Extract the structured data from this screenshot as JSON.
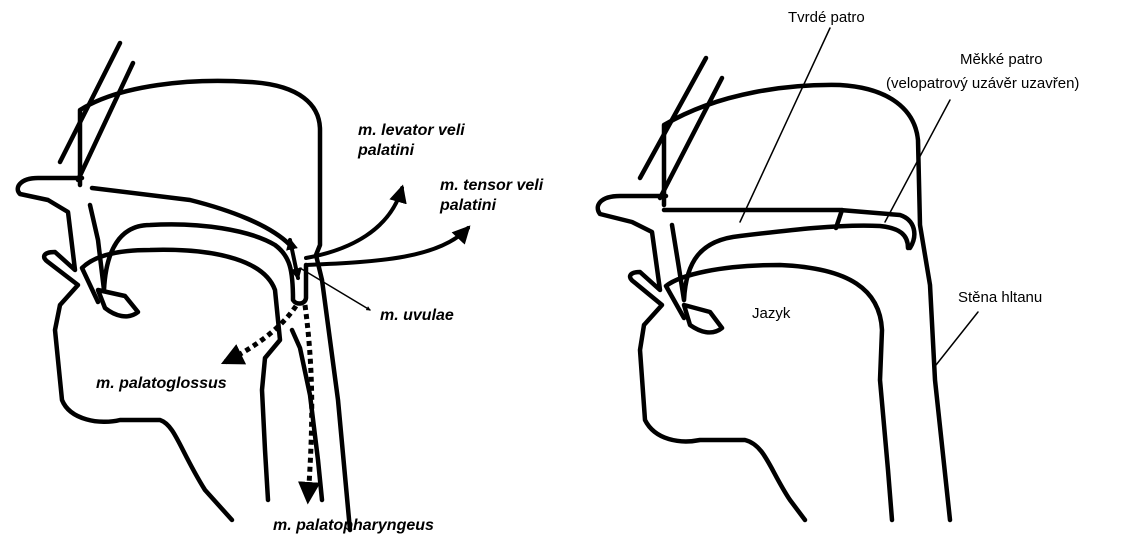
{
  "left_diagram": {
    "labels": {
      "levator": [
        "m. levator  veli",
        "palatini"
      ],
      "tensor": [
        "m. tensor  veli",
        "palatini"
      ],
      "uvulae": "m. uvulae",
      "palatoglossus": "m. palatoglossus",
      "palatopharyngeus": "m. palatopharyngeus"
    }
  },
  "right_diagram": {
    "labels": {
      "hard_palate": "Tvrdé patro",
      "soft_palate": [
        "Měkké patro",
        "(velopatrový uzávěr uzavřen)"
      ],
      "tongue": "Jazyk",
      "pharynx_wall": "Stěna hltanu"
    }
  }
}
